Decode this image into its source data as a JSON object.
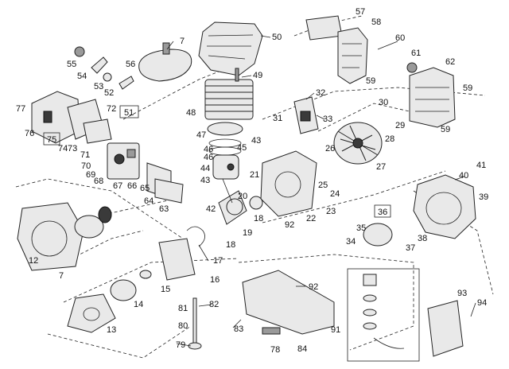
{
  "callouts": [
    "7",
    "50",
    "55",
    "56",
    "57",
    "58",
    "60",
    "61",
    "62",
    "54",
    "53",
    "52",
    "49",
    "59",
    "59",
    "72",
    "51",
    "32",
    "33",
    "31",
    "30",
    "29",
    "28",
    "77",
    "76",
    "75",
    "74",
    "73",
    "71",
    "48",
    "47",
    "46",
    "46",
    "45",
    "43",
    "44",
    "43",
    "26",
    "27",
    "70",
    "69",
    "68",
    "67",
    "66",
    "65",
    "64",
    "63",
    "21",
    "20",
    "42",
    "19",
    "18",
    "25",
    "24",
    "23",
    "22",
    "92",
    "41",
    "40",
    "39",
    "12",
    "7",
    "17",
    "16",
    "18",
    "36",
    "35",
    "34",
    "37",
    "38",
    "15",
    "14",
    "13",
    "82",
    "81",
    "80",
    "79",
    "83",
    "78",
    "84",
    "92",
    "91",
    "93",
    "94",
    "59"
  ],
  "boxed_callouts": [
    "51",
    "75",
    "36"
  ]
}
